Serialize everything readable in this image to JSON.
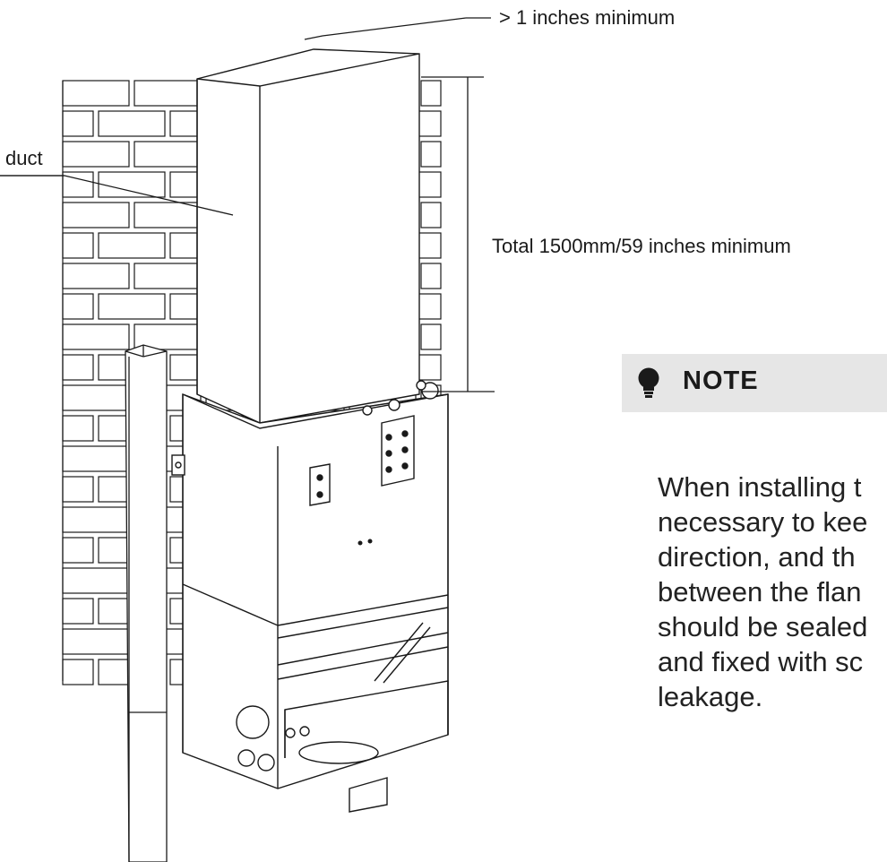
{
  "labels": {
    "clearance": "> 1 inches minimum",
    "duct": "duct",
    "total_height": "Total 1500mm/59 inches minimum"
  },
  "note": {
    "title": "NOTE",
    "icon": "lightbulb-icon",
    "lines": [
      "When installing t",
      "necessary to kee",
      "direction, and th",
      "between the flan",
      "should be sealed",
      "and fixed with sc",
      "leakage."
    ]
  },
  "colors": {
    "line": "#1a1a1a",
    "note_bar": "#e6e6e6"
  }
}
